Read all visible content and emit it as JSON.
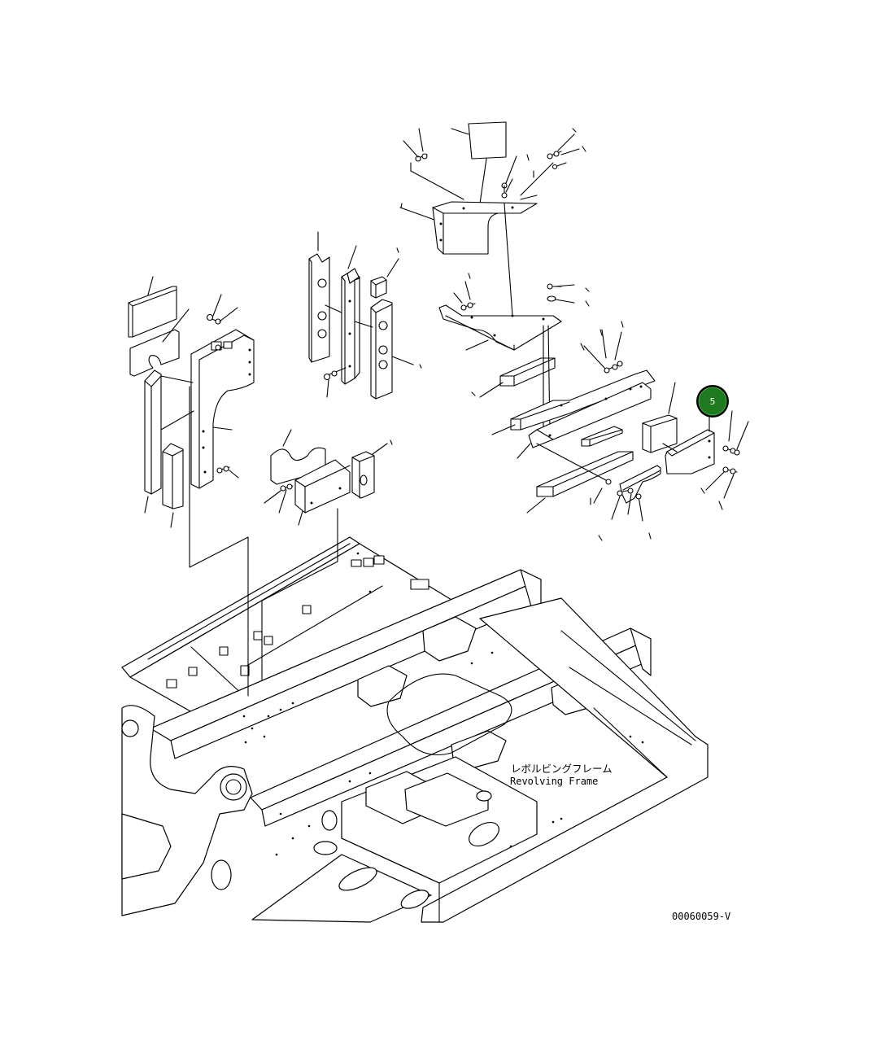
{
  "diagram": {
    "frame_label_jp": "レボルビングフレーム",
    "frame_label_en": "Revolving Frame",
    "drawing_code": "00060059-V",
    "callout": {
      "number": "5",
      "color": "#1e7a1e",
      "ring_color": "#000000"
    },
    "line_color": "#000000",
    "background": "#ffffff"
  }
}
